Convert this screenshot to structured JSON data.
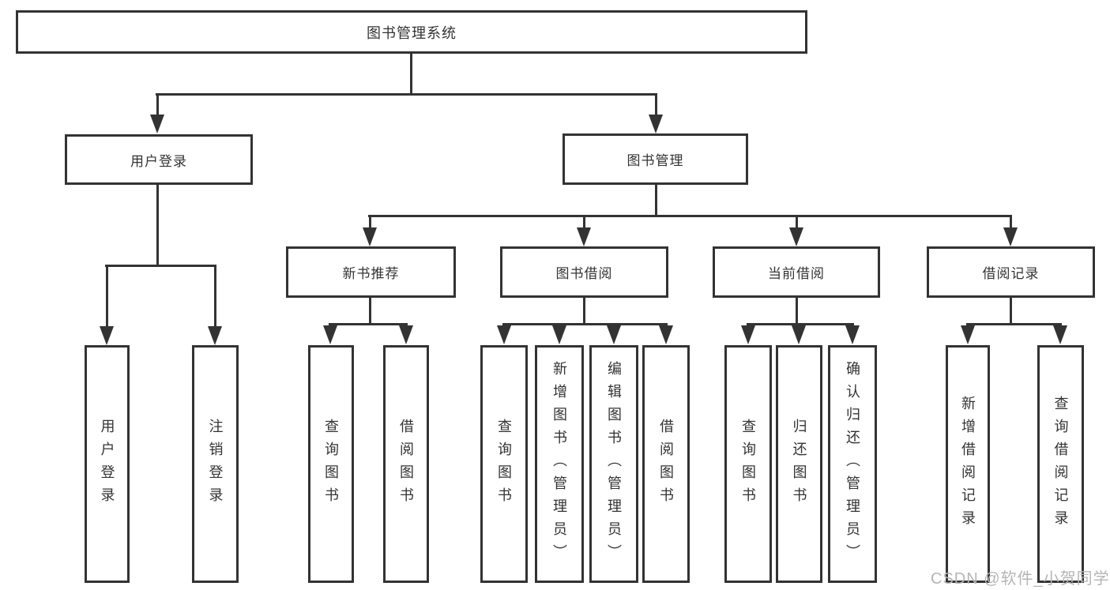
{
  "colors": {
    "line": "#333333",
    "text": "#333333",
    "background": "#ffffff",
    "watermark_text": "#b5b5b5"
  },
  "tree": {
    "root": "图书管理系统",
    "branches": [
      {
        "label": "用户登录",
        "children": [
          "用户登录",
          "注销登录"
        ]
      },
      {
        "label": "图书管理",
        "groups": [
          {
            "label": "新书推荐",
            "children": [
              "查询图书",
              "借阅图书"
            ]
          },
          {
            "label": "图书借阅",
            "children": [
              "查询图书",
              "新增图书（管理员）",
              "编辑图书（管理员）",
              "借阅图书"
            ]
          },
          {
            "label": "当前借阅",
            "children": [
              "查询图书",
              "归还图书",
              "确认归还（管理员）"
            ]
          },
          {
            "label": "借阅记录",
            "children": [
              "新增借阅记录",
              "查询借阅记录"
            ]
          }
        ]
      }
    ]
  },
  "watermark": "CSDN @软件_小贺同学"
}
